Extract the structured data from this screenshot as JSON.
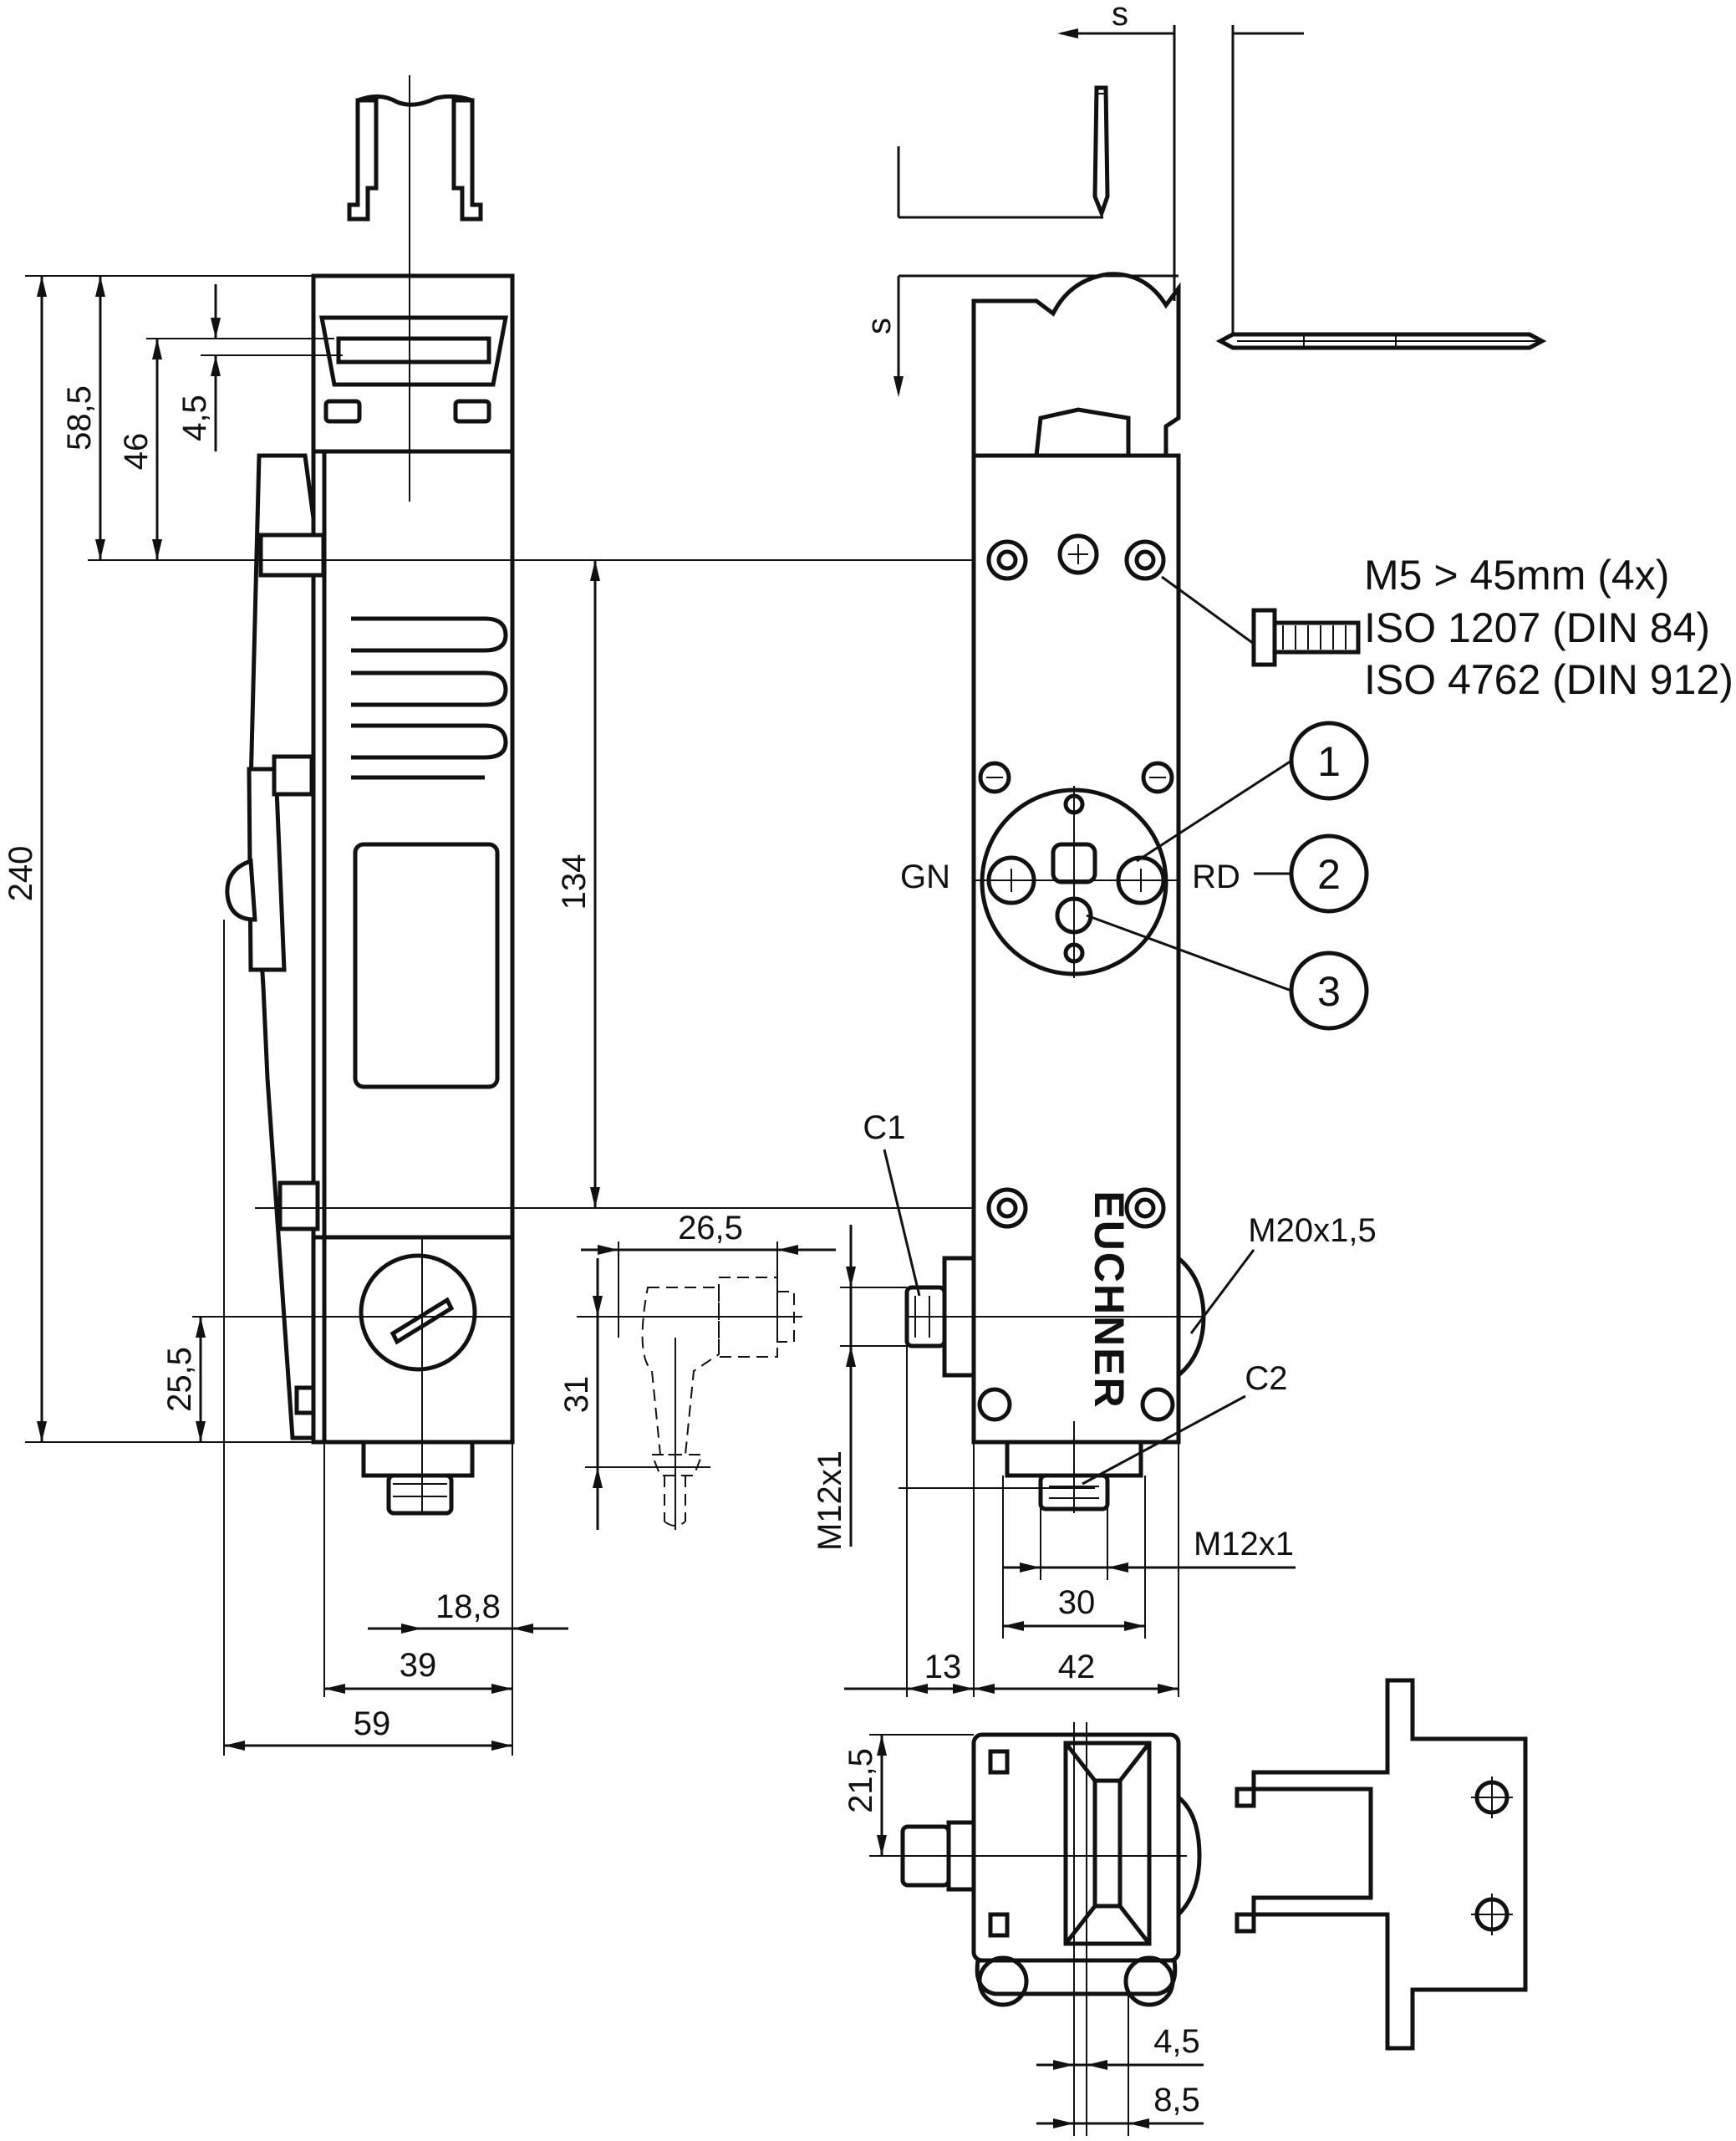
{
  "drawing": {
    "dimensions": {
      "overall_height": "240",
      "upper_to_mount": "58,5",
      "upper_46": "46",
      "upper_gap": "4,5",
      "hole_spacing": "134",
      "lower_offset": "25,5",
      "plug_offset": "18,8",
      "housing_width": "39",
      "total_width": "59",
      "plug_width": "26,5",
      "plug_height": "31",
      "c1_thread": "M12x1",
      "c1_depth": "13",
      "front_width": "42",
      "c2_spacing": "30",
      "c2_thread": "M12x1",
      "gland": "M20x1,5",
      "bottom_depth": "21,5",
      "bottom_4_5": "4,5",
      "bottom_8_5": "8,5",
      "travel_top": "s",
      "travel_side": "s"
    },
    "screw_spec": {
      "line1": "M5 > 45mm (4x)",
      "line2": "ISO 1207 (DIN 84)",
      "line3": "ISO 4762 (DIN 912)"
    },
    "led_labels": {
      "left": "GN",
      "right": "RD"
    },
    "callouts": [
      "1",
      "2",
      "3"
    ],
    "connectors": {
      "c1": "C1",
      "c2": "C2"
    },
    "brand": "EUCHNER"
  }
}
